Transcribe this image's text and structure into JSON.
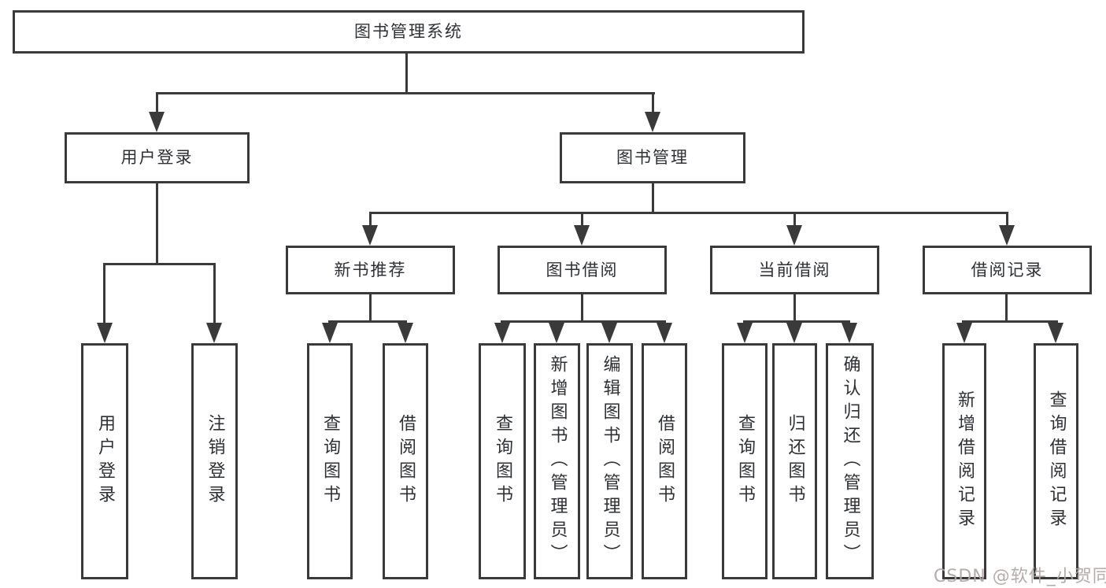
{
  "diagram": {
    "root": {
      "label": "图书管理系统",
      "children": [
        {
          "label": "用户登录",
          "children": [
            {
              "label": "用户登录"
            },
            {
              "label": "注销登录"
            }
          ]
        },
        {
          "label": "图书管理",
          "children": [
            {
              "label": "新书推荐",
              "children": [
                {
                  "label": "查询图书"
                },
                {
                  "label": "借阅图书"
                }
              ]
            },
            {
              "label": "图书借阅",
              "children": [
                {
                  "label": "查询图书"
                },
                {
                  "label": "新增图书（管理员）"
                },
                {
                  "label": "编辑图书（管理员）"
                },
                {
                  "label": "借阅图书"
                }
              ]
            },
            {
              "label": "当前借阅",
              "children": [
                {
                  "label": "查询图书"
                },
                {
                  "label": "归还图书"
                },
                {
                  "label": "确认归还（管理员）"
                }
              ]
            },
            {
              "label": "借阅记录",
              "children": [
                {
                  "label": "新增借阅记录"
                },
                {
                  "label": "查询借阅记录"
                }
              ]
            }
          ]
        }
      ]
    },
    "watermark": "CSDN @软件_小贺同学",
    "colors": {
      "line": "#3a3a3a",
      "text": "#2e3033",
      "watermark": "#b3a7a7",
      "background": "#ffffff"
    }
  }
}
